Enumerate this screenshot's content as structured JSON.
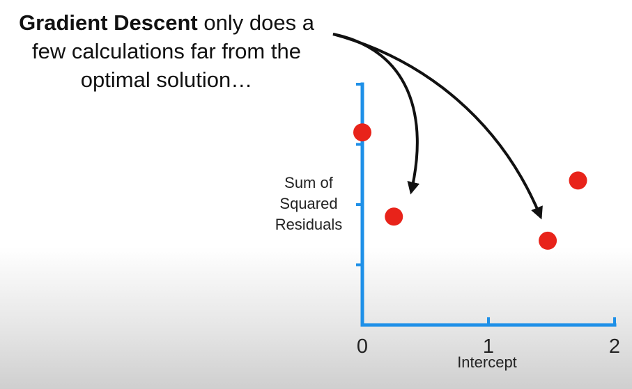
{
  "caption": {
    "bold": "Gradient Descent",
    "rest": " only does a few calculations far from the optimal solution…"
  },
  "chart_data": {
    "type": "scatter",
    "xlabel": "Intercept",
    "ylabel": [
      "Sum of",
      "Squared",
      "Residuals"
    ],
    "xlim": [
      0,
      2
    ],
    "xticks": [
      "0",
      "1",
      "2"
    ],
    "ylim": [
      0,
      4
    ],
    "yticks_count": 4,
    "points": [
      {
        "x": 0.0,
        "y": 3.2
      },
      {
        "x": 0.25,
        "y": 1.8
      },
      {
        "x": 1.47,
        "y": 1.4
      },
      {
        "x": 1.71,
        "y": 2.4
      }
    ],
    "grid": false,
    "legend": "none",
    "colors": {
      "axis": "#1e90e8",
      "point": "#e8231a",
      "arrow": "#111111"
    }
  }
}
